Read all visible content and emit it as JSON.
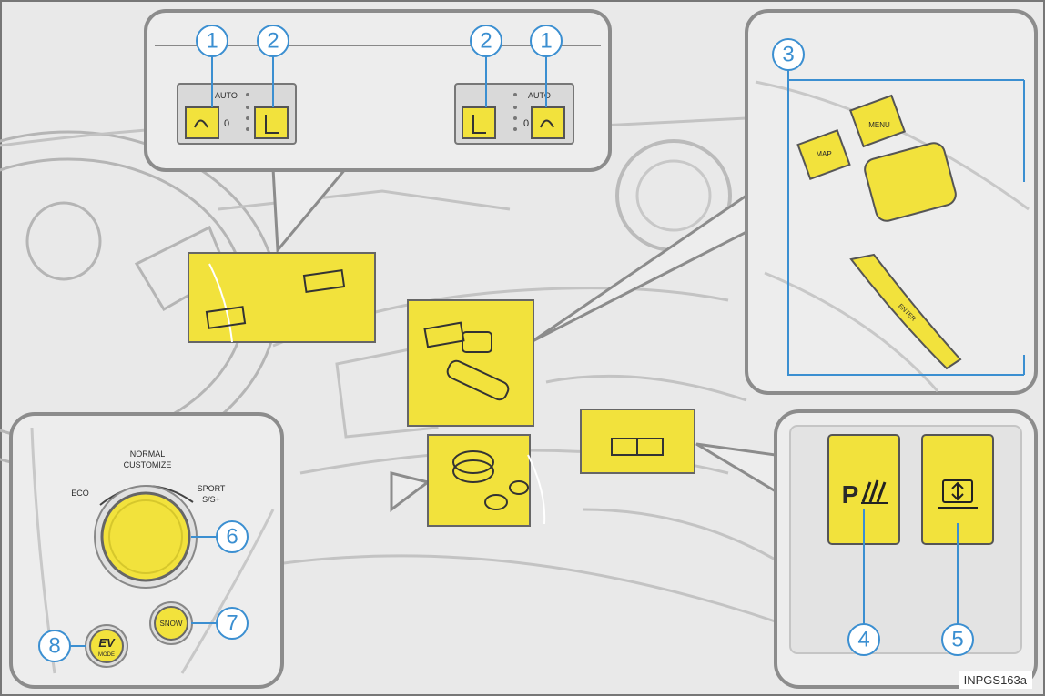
{
  "callouts": {
    "c1": "1",
    "c2": "2",
    "c3": "3",
    "c4": "4",
    "c5": "5",
    "c6": "6",
    "c7": "7",
    "c8": "8"
  },
  "seat_panel": {
    "auto_left": "AUTO",
    "auto_right": "AUTO",
    "level_mark": "0"
  },
  "remote_panel": {
    "map_label": "MAP",
    "menu_label": "MENU",
    "enter_label": "ENTER"
  },
  "drive_mode": {
    "normal": "NORMAL",
    "customize": "CUSTOMIZE",
    "eco": "ECO",
    "sport": "SPORT",
    "sport_levels": "S/S+",
    "snow": "SNOW",
    "ev": "EV",
    "ev_mode": "MODE"
  },
  "switches": {
    "parking_letter": "P"
  },
  "figure_code": "INPGS163a",
  "colors": {
    "highlight": "#f2e23c",
    "callout": "#3b8fd1",
    "outline": "#8c8c8c",
    "background": "#e9e9e9"
  }
}
